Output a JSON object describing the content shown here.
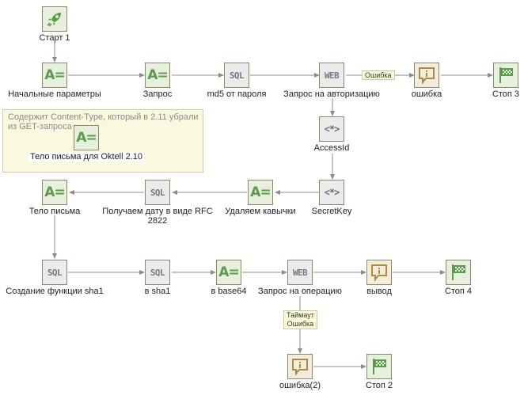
{
  "diagram": {
    "nodes": [
      {
        "id": "start1",
        "type": "start",
        "icon": "rocket-icon",
        "label": "Старт 1"
      },
      {
        "id": "init_params",
        "type": "assign",
        "icon": "assign-icon",
        "glyph": "A=",
        "label": "Начальные параметры"
      },
      {
        "id": "request",
        "type": "assign",
        "icon": "assign-icon",
        "glyph": "A=",
        "label": "Запрос"
      },
      {
        "id": "md5",
        "type": "sql",
        "icon": "sql-icon",
        "glyph": "SQL",
        "label": "md5 от пароля"
      },
      {
        "id": "auth_req",
        "type": "web",
        "icon": "web-icon",
        "glyph": "WEB",
        "label": "Запрос на авторизацию"
      },
      {
        "id": "error1",
        "type": "info",
        "icon": "info-message-icon",
        "label": "ошибка"
      },
      {
        "id": "stop3",
        "type": "stop",
        "icon": "finish-flag-icon",
        "label": "Стоп 3"
      },
      {
        "id": "accessid",
        "type": "code",
        "icon": "code-icon",
        "glyph": "<*>",
        "label": "AccessId"
      },
      {
        "id": "secretkey",
        "type": "code",
        "icon": "code-icon",
        "glyph": "<*>",
        "label": "SecretKey"
      },
      {
        "id": "remove_quotes",
        "type": "assign",
        "icon": "assign-icon",
        "glyph": "A=",
        "label": "Удаляем кавычки"
      },
      {
        "id": "get_date",
        "type": "sql",
        "icon": "sql-icon",
        "glyph": "SQL",
        "label": "Получаем дату в виде RFC 2822"
      },
      {
        "id": "body",
        "type": "assign",
        "icon": "assign-icon",
        "glyph": "A=",
        "label": "Тело письма"
      },
      {
        "id": "body_oktell",
        "type": "assign",
        "icon": "assign-icon",
        "glyph": "A=",
        "label": "Тело письма для Oktell 2.10"
      },
      {
        "id": "create_sha1",
        "type": "sql",
        "icon": "sql-icon",
        "glyph": "SQL",
        "label": "Создание функции sha1"
      },
      {
        "id": "to_sha1",
        "type": "sql",
        "icon": "sql-icon",
        "glyph": "SQL",
        "label": "в sha1"
      },
      {
        "id": "to_base64",
        "type": "assign",
        "icon": "assign-icon",
        "glyph": "A=",
        "label": "в base64"
      },
      {
        "id": "op_req",
        "type": "web",
        "icon": "web-icon",
        "glyph": "WEB",
        "label": "Запрос на операцию"
      },
      {
        "id": "output",
        "type": "info",
        "icon": "info-message-icon",
        "label": "вывод"
      },
      {
        "id": "stop4",
        "type": "stop",
        "icon": "finish-flag-icon",
        "label": "Стоп 4"
      },
      {
        "id": "error2",
        "type": "info",
        "icon": "info-message-icon",
        "label": "ошибка(2)"
      },
      {
        "id": "stop2",
        "type": "stop",
        "icon": "finish-flag-icon",
        "label": "Стоп 2"
      }
    ],
    "edge_labels": {
      "auth_error": "Ошибка",
      "op_timeout": "Таймаут",
      "op_error": "Ошибка"
    },
    "comment": {
      "text": "Содержит Content-Type, который в 2.11 убрали из GET-запроса"
    }
  }
}
